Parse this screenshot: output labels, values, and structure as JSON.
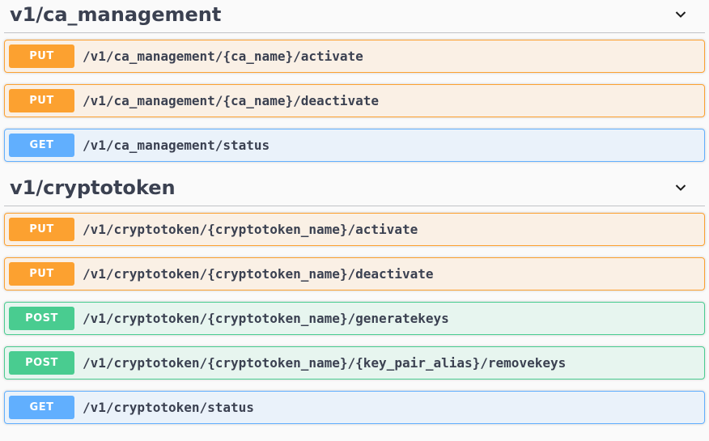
{
  "theme": {
    "page_background": "#fafafa",
    "heading_color": "#3b4151",
    "path_color": "#3b4151",
    "method_colors": {
      "GET": {
        "badge": "#61affe",
        "row_border": "#61affe",
        "row_background": "rgba(97,175,254,0.1)"
      },
      "POST": {
        "badge": "#49cc90",
        "row_border": "#49cc90",
        "row_background": "rgba(73,204,144,0.1)"
      },
      "PUT": {
        "badge": "#fca130",
        "row_border": "#fca130",
        "row_background": "rgba(252,161,48,0.1)"
      }
    }
  },
  "sections": [
    {
      "title": "v1/ca_management",
      "expand_icon": "chevron-down",
      "operations": [
        {
          "method": "PUT",
          "path": "/v1/ca_management/{ca_name}/activate"
        },
        {
          "method": "PUT",
          "path": "/v1/ca_management/{ca_name}/deactivate"
        },
        {
          "method": "GET",
          "path": "/v1/ca_management/status"
        }
      ]
    },
    {
      "title": "v1/cryptotoken",
      "expand_icon": "chevron-down",
      "operations": [
        {
          "method": "PUT",
          "path": "/v1/cryptotoken/{cryptotoken_name}/activate"
        },
        {
          "method": "PUT",
          "path": "/v1/cryptotoken/{cryptotoken_name}/deactivate"
        },
        {
          "method": "POST",
          "path": "/v1/cryptotoken/{cryptotoken_name}/generatekeys"
        },
        {
          "method": "POST",
          "path": "/v1/cryptotoken/{cryptotoken_name}/{key_pair_alias}/removekeys"
        },
        {
          "method": "GET",
          "path": "/v1/cryptotoken/status"
        }
      ]
    }
  ]
}
